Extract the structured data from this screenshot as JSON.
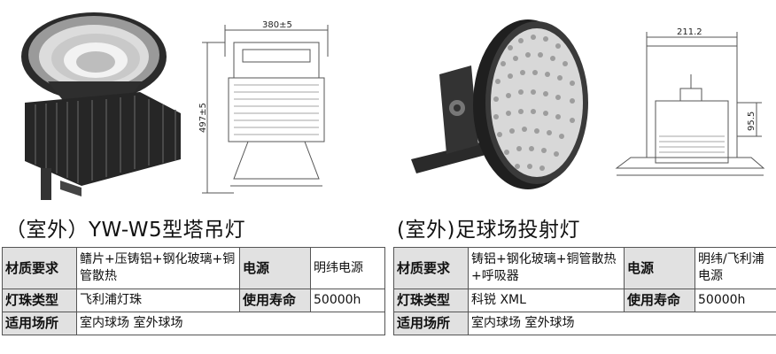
{
  "left": {
    "caption": "（室外）YW-W5型塔吊灯",
    "dim_width": "380±5",
    "dim_height": "497±5",
    "specs": {
      "material_label": "材质要求",
      "material_value": "鳍片+压铸铝+钢化玻璃+铜管散热",
      "power_label": "电源",
      "power_value": "明纬电源",
      "bead_label": "灯珠类型",
      "bead_value": "飞利浦灯珠",
      "life_label": "使用寿命",
      "life_value": "50000h",
      "venue_label": "适用场所",
      "venue_value": "室内球场 室外球场"
    }
  },
  "right": {
    "caption": "(室外)足球场投射灯",
    "dim_width": "211.2",
    "dim_side": "95.5",
    "specs": {
      "material_label": "材质要求",
      "material_value": "铸铝+钢化玻璃+铜管散热+呼吸器",
      "power_label": "电源",
      "power_value": "明纬/飞利浦电源",
      "bead_label": "灯珠类型",
      "bead_value": "科锐 XML",
      "life_label": "使用寿命",
      "life_value": "50000h",
      "venue_label": "适用场所",
      "venue_value": "室内球场 室外球场"
    }
  }
}
